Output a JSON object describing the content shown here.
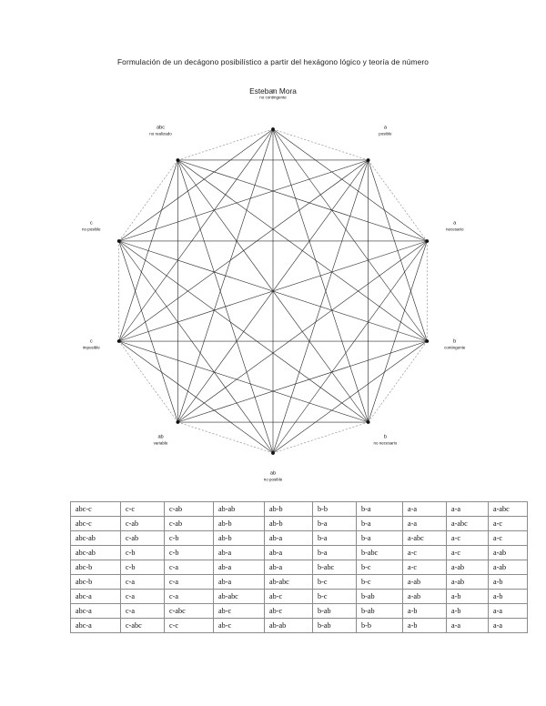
{
  "document": {
    "title": "Formulación de un decágono posibilístico a partir del hexágono lógico y teoría de número",
    "author": "Esteban Mora"
  },
  "figure": {
    "type": "complete-graph-decagon",
    "sides": 10,
    "vertices": [
      {
        "id": "v1",
        "letter": "a",
        "modality": "posible",
        "angle_deg": -54,
        "label_pos": "top-right"
      },
      {
        "id": "v2",
        "letter": "a",
        "modality": "necesario",
        "angle_deg": -18,
        "label_pos": "right-upper"
      },
      {
        "id": "v3",
        "letter": "b",
        "modality": "contingente",
        "angle_deg": 18,
        "label_pos": "right"
      },
      {
        "id": "v4",
        "letter": "b",
        "modality": "no necesario",
        "angle_deg": 54,
        "label_pos": "right-lower"
      },
      {
        "id": "v5",
        "letter": "ab",
        "modality": "no posible",
        "angle_deg": 90,
        "label_pos": "bottom-right"
      },
      {
        "id": "v6",
        "letter": "ab",
        "modality": "variable",
        "angle_deg": 126,
        "label_pos": "bottom-left"
      },
      {
        "id": "v7",
        "letter": "c",
        "modality": "imposible",
        "angle_deg": 162,
        "label_pos": "left-lower"
      },
      {
        "id": "v8",
        "letter": "c",
        "modality": "no posible",
        "angle_deg": 198,
        "label_pos": "left"
      },
      {
        "id": "v9",
        "letter": "abc",
        "modality": "no realizado",
        "angle_deg": 234,
        "label_pos": "left-upper"
      },
      {
        "id": "v10",
        "letter": "a",
        "modality": "no contingente",
        "angle_deg": 270,
        "label_pos": "top-left"
      }
    ],
    "edge_count": 45,
    "colors": {
      "perimeter": "#9a9a9a",
      "chord": "#2b2b2b",
      "vertex": "#111111"
    }
  },
  "table": {
    "rows": 9,
    "columns": 10,
    "cells": [
      [
        "abc-c",
        "c-c",
        "c-ab",
        "ab-ab",
        "ab-b",
        "b-b",
        "b-a",
        "a-a",
        "a-a",
        "a-abc"
      ],
      [
        "abc-c",
        "c-ab",
        "c-ab",
        "ab-b",
        "ab-b",
        "b-a",
        "b-a",
        "a-a",
        "a-abc",
        "a-c"
      ],
      [
        "abc-ab",
        "c-ab",
        "c-b",
        "ab-b",
        "ab-a",
        "b-a",
        "b-a",
        "a-abc",
        "a-c",
        "a-c"
      ],
      [
        "abc-ab",
        "c-b",
        "c-b",
        "ab-a",
        "ab-a",
        "b-a",
        "b-abc",
        "a-c",
        "a-c",
        "a-ab"
      ],
      [
        "abc-b",
        "c-b",
        "c-a",
        "ab-a",
        "ab-a",
        "b-abc",
        "b-c",
        "a-c",
        "a-ab",
        "a-ab"
      ],
      [
        "abc-b",
        "c-a",
        "c-a",
        "ab-a",
        "ab-abc",
        "b-c",
        "b-c",
        "a-ab",
        "a-ab",
        "a-b"
      ],
      [
        "abc-a",
        "c-a",
        "c-a",
        "ab-abc",
        "ab-c",
        "b-c",
        "b-ab",
        "a-ab",
        "a-b",
        "a-b"
      ],
      [
        "abc-a",
        "c-a",
        "c-abc",
        "ab-c",
        "ab-c",
        "b-ab",
        "b-ab",
        "a-b",
        "a-b",
        "a-a"
      ],
      [
        "abc-a",
        "c-abc",
        "c-c",
        "ab-c",
        "ab-ab",
        "b-ab",
        "b-b",
        "a-b",
        "a-a",
        "a-a"
      ]
    ]
  }
}
